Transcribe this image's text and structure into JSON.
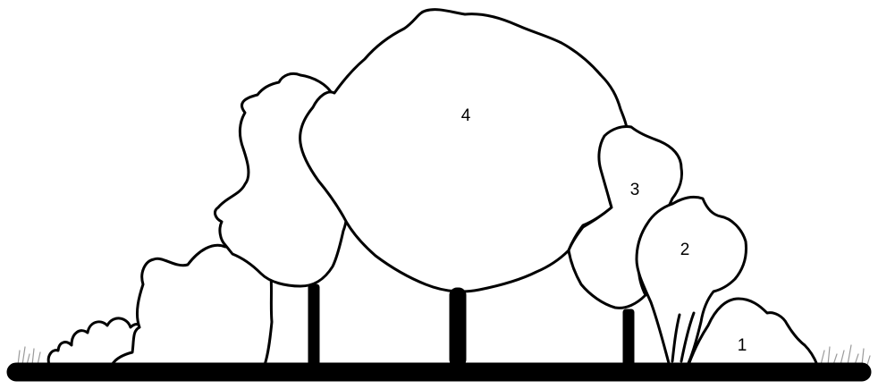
{
  "diagram": {
    "layers": [
      {
        "id": "shrub-layer",
        "label": "1"
      },
      {
        "id": "small-tree-layer",
        "label": "2"
      },
      {
        "id": "medium-tree-layer",
        "label": "3"
      },
      {
        "id": "canopy-tree-layer",
        "label": "4"
      }
    ],
    "colors": {
      "outline": "#000000",
      "fill": "#ffffff",
      "grass": "#9a9a9a"
    }
  }
}
